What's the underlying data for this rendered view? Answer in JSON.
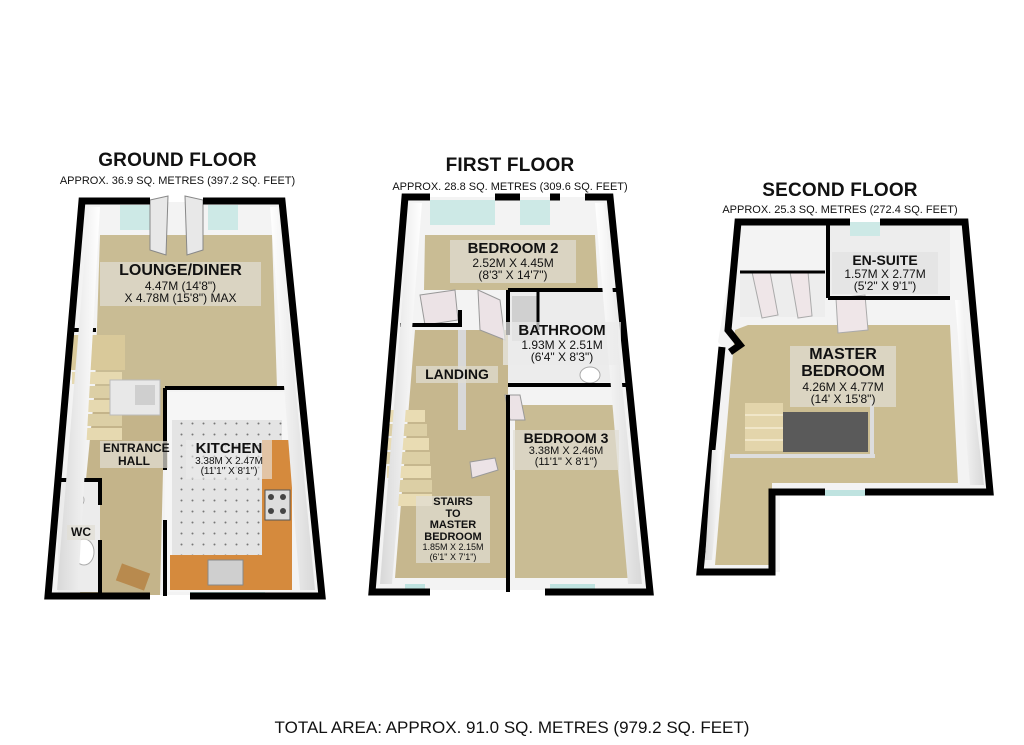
{
  "floors": {
    "ground": {
      "title": "GROUND FLOOR",
      "area": "APPROX. 36.9 SQ. METRES (397.2 SQ. FEET)",
      "rooms": {
        "lounge": {
          "name": "LOUNGE/DINER",
          "dim1": "4.47M (14'8\")",
          "dim2": "X 4.78M (15'8\") MAX"
        },
        "entrance": {
          "name1": "ENTRANCE",
          "name2": "HALL"
        },
        "kitchen": {
          "name": "KITCHEN",
          "dim1": "3.38M X 2.47M",
          "dim2": "(11'1\" X 8'1\")"
        },
        "wc": {
          "name": "WC"
        }
      }
    },
    "first": {
      "title": "FIRST FLOOR",
      "area": "APPROX. 28.8 SQ. METRES (309.6 SQ. FEET)",
      "rooms": {
        "bedroom2": {
          "name": "BEDROOM 2",
          "dim1": "2.52M X 4.45M",
          "dim2": "(8'3\" X 14'7\")"
        },
        "bathroom": {
          "name": "BATHROOM",
          "dim1": "1.93M X 2.51M",
          "dim2": "(6'4\" X 8'3\")"
        },
        "landing": {
          "name": "LANDING"
        },
        "bedroom3": {
          "name": "BEDROOM 3",
          "dim1": "3.38M X 2.46M",
          "dim2": "(11'1\" X 8'1\")"
        },
        "stairs": {
          "name1": "STAIRS",
          "name2": "TO",
          "name3": "MASTER",
          "name4": "BEDROOM",
          "dim1": "1.85M X 2.15M",
          "dim2": "(6'1\" X 7'1\")"
        }
      }
    },
    "second": {
      "title": "SECOND FLOOR",
      "area": "APPROX. 25.3 SQ. METRES (272.4 SQ. FEET)",
      "rooms": {
        "ensuite": {
          "name": "EN-SUITE",
          "dim1": "1.57M X 2.77M",
          "dim2": "(5'2\" X 9'1\")"
        },
        "master": {
          "name1": "MASTER",
          "name2": "BEDROOM",
          "dim1": "4.26M X 4.77M",
          "dim2": "(14' X 15'8\")"
        }
      }
    }
  },
  "total": "TOTAL AREA: APPROX. 91.0 SQ. METRES (979.2 SQ. FEET)",
  "colors": {
    "wall": "#000000",
    "carpet": "#c9bd96",
    "kitchen_floor": "#e2e2e2",
    "worktop": "#d88a3c",
    "window": "#bfe3e0"
  }
}
